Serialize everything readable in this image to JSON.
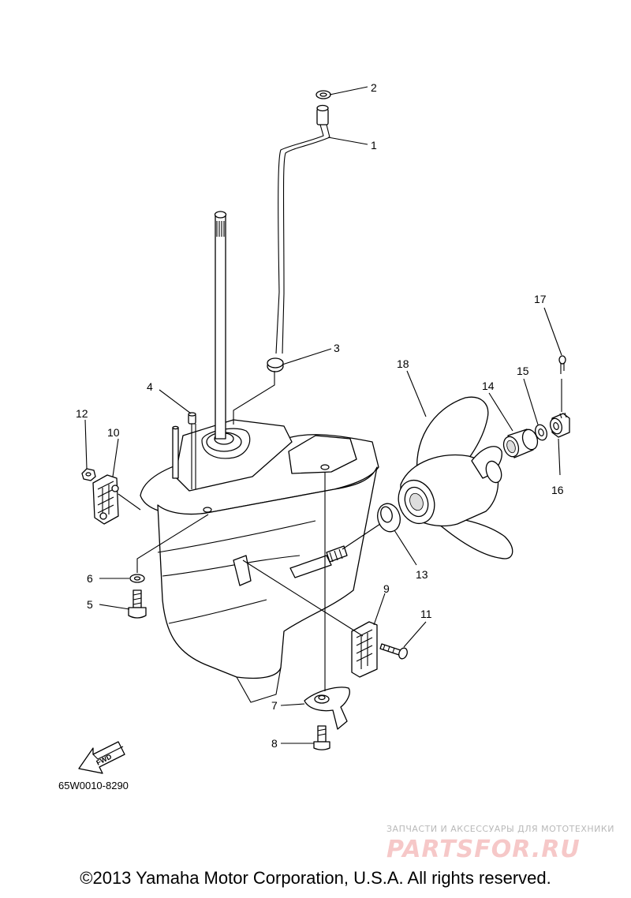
{
  "labels": {
    "p1": "1",
    "p2": "2",
    "p3": "3",
    "p4": "4",
    "p5": "5",
    "p6": "6",
    "p7": "7",
    "p8": "8",
    "p9": "9",
    "p10": "10",
    "p11": "11",
    "p12": "12",
    "p13": "13",
    "p14": "14",
    "p15": "15",
    "p16": "16",
    "p17": "17",
    "p18": "18"
  },
  "fwd_marker": "FWD",
  "drawing_code": "65W0010-8290",
  "watermark": {
    "caption": "ЗАПЧАСТИ И АКСЕССУАРЫ ДЛЯ МОТОТЕХНИКИ",
    "logo": "PARTSFOR.RU",
    "logo_color": "#f6c8c8"
  },
  "copyright": "©2013 Yamaha Motor Corporation, U.S.A. All rights reserved."
}
